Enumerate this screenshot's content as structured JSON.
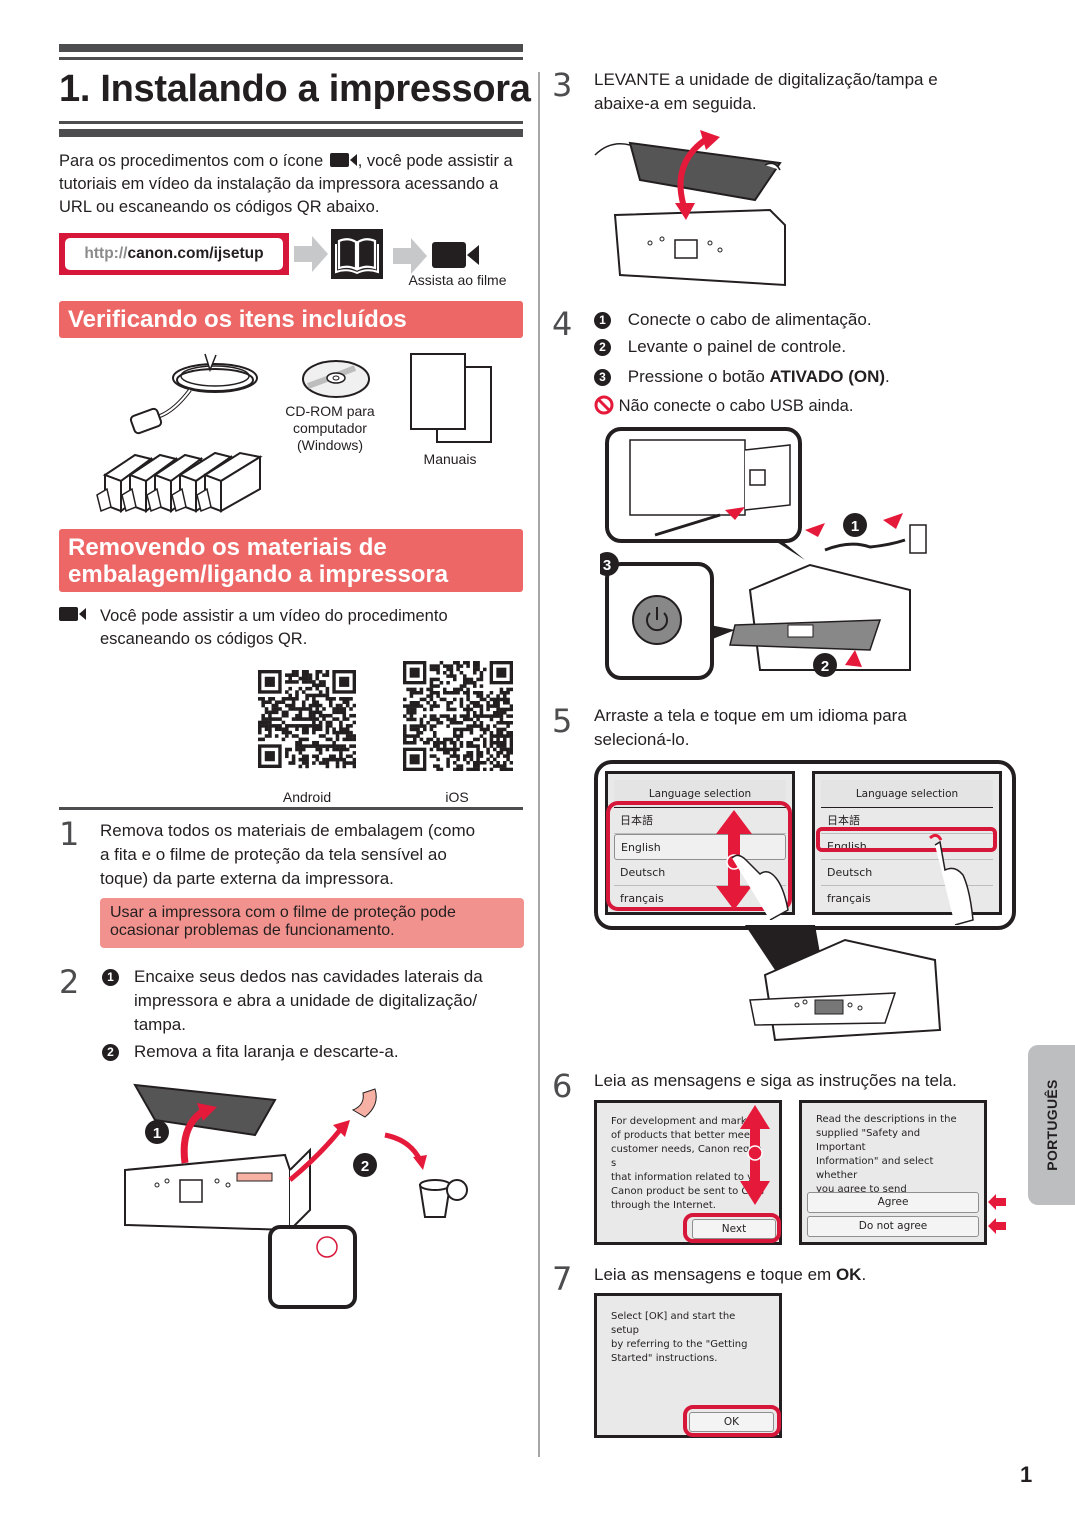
{
  "page": {
    "title": "1. Instalando a impressora",
    "page_number": "1",
    "language_tab": "PORTUGUÊS"
  },
  "intro": {
    "text_before_icon": "Para os procedimentos com o ícone",
    "text_after_icon": ", você pode assistir a tutoriais em vídeo da instalação da impressora acessando a URL ou escaneando os códigos QR abaixo.",
    "url_protocol": "http://",
    "url_host_path": "canon.com/ijsetup",
    "watch_movie_label": "Assista ao filme",
    "icons": [
      "video-camera-icon",
      "book-icon",
      "arrow-right-icon"
    ]
  },
  "included_items": {
    "heading": "Verificando os itens incluídos",
    "items": [
      {
        "name": "power-cord",
        "label": ""
      },
      {
        "name": "ink-tanks",
        "label": ""
      },
      {
        "name": "cd-rom",
        "label": "CD-ROM para computador (Windows)"
      },
      {
        "name": "manuals",
        "label": "Manuais"
      }
    ],
    "cd_label_lines": [
      "CD-ROM para",
      "computador",
      "(Windows)"
    ],
    "manuals_label": "Manuais"
  },
  "removing": {
    "heading_line1": "Removendo os materiais de",
    "heading_line2": "embalagem/ligando a impressora",
    "video_note_line1": "Você pode assistir a um vídeo do procedimento",
    "video_note_line2": "escaneando os códigos QR.",
    "qr_codes": [
      {
        "label": "Android"
      },
      {
        "label": "iOS"
      }
    ]
  },
  "steps": [
    {
      "number": "1",
      "text": "Remova todos os materiais de embalagem (como a fita e o filme de proteção da tela sensível ao toque) da parte externa da impressora.",
      "lines": [
        "Remova todos os materiais de embalagem (como",
        "a fita e o filme de proteção da tela sensível ao",
        "toque) da parte externa da impressora."
      ],
      "warning_lines": [
        "Usar a impressora com o filme de proteção pode",
        "ocasionar problemas de funcionamento."
      ]
    },
    {
      "number": "2",
      "substeps": [
        {
          "marker": "1",
          "lines": [
            "Encaixe seus dedos nas cavidades laterais da",
            "impressora e abra a unidade de digitalização/",
            "tampa."
          ]
        },
        {
          "marker": "2",
          "lines": [
            "Remova a fita laranja e descarte-a."
          ]
        }
      ],
      "illustration_markers": [
        "1",
        "2"
      ]
    },
    {
      "number": "3",
      "lines": [
        "LEVANTE a unidade de digitalização/tampa e",
        "abaixe-a em seguida."
      ]
    },
    {
      "number": "4",
      "substeps": [
        {
          "marker": "1",
          "text": "Conecte o cabo de alimentação."
        },
        {
          "marker": "2",
          "text": "Levante o painel de controle."
        },
        {
          "marker": "3",
          "text_before": "Pressione o botão ",
          "text_bold": "ATIVADO (ON)",
          "text_after": "."
        }
      ],
      "caution": "Não conecte o cabo USB ainda.",
      "illustration_markers": [
        "1",
        "2",
        "3"
      ]
    },
    {
      "number": "5",
      "lines": [
        "Arraste a tela e toque em um idioma para",
        "selecioná-lo."
      ],
      "screens": [
        {
          "header": "Language selection",
          "rows": [
            "日本語",
            "English",
            "Deutsch",
            "français"
          ]
        },
        {
          "header": "Language selection",
          "rows": [
            "日本語",
            "English",
            "Deutsch",
            "français"
          ],
          "highlighted": "English"
        }
      ]
    },
    {
      "number": "6",
      "text": "Leia as mensagens e siga as instruções na tela.",
      "screens": [
        {
          "message_lines": [
            "For development and marketi",
            "of products that better mee",
            "customer needs, Canon reque s",
            "that information related to y",
            "Canon product be sent to Ca n",
            "through the Internet."
          ],
          "buttons": [
            "Next"
          ]
        },
        {
          "message_lines": [
            "Read the descriptions in the",
            "supplied \"Safety and Important",
            "Information\" and select whether",
            "you agree to send information."
          ],
          "buttons": [
            "Agree",
            "Do not agree"
          ]
        }
      ]
    },
    {
      "number": "7",
      "text_before": "Leia as mensagens e toque em ",
      "text_bold": "OK",
      "text_after": ".",
      "screen": {
        "message_lines": [
          "Select [OK] and start the setup",
          "by referring to the \"Getting",
          "Started\" instructions."
        ],
        "button": "OK"
      }
    }
  ],
  "colors": {
    "accent_red": "#d7173a",
    "section_heading_bg": "#ee6767",
    "warning_bg": "#f2928e",
    "rule_gray": "#4d4d4f",
    "tab_gray": "#bcbec0"
  }
}
